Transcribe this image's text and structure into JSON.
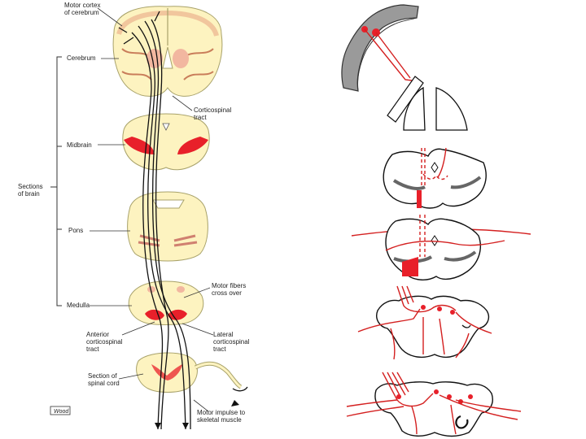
{
  "labels": {
    "motor_cortex": [
      "Motor cortex",
      "of cerebrum"
    ],
    "cerebrum": "Cerebrum",
    "corticospinal_tract": [
      "Corticospinal",
      "tract"
    ],
    "midbrain": "Midbrain",
    "sections_of_brain": [
      "Sections",
      "of brain"
    ],
    "pons": "Pons",
    "motor_fibers_cross": [
      "Motor fibers",
      "cross over"
    ],
    "medulla": "Medulla",
    "anterior_tract": [
      "Anterior",
      "corticospinal",
      "tract"
    ],
    "lateral_tract": [
      "Lateral",
      "corticospinal",
      "tract"
    ],
    "section_spinal_cord": [
      "Section of",
      "spinal cord"
    ],
    "motor_impulse": [
      "Motor impulse to",
      "skeletal muscle"
    ],
    "credit": "Wood"
  },
  "colors": {
    "tract_red": "#e8202a",
    "tissue_cream": "#fdf3c0",
    "tissue_pink": "#f2b7a0",
    "cortex_gray": "#9a9a9a",
    "outline": "#111111"
  }
}
